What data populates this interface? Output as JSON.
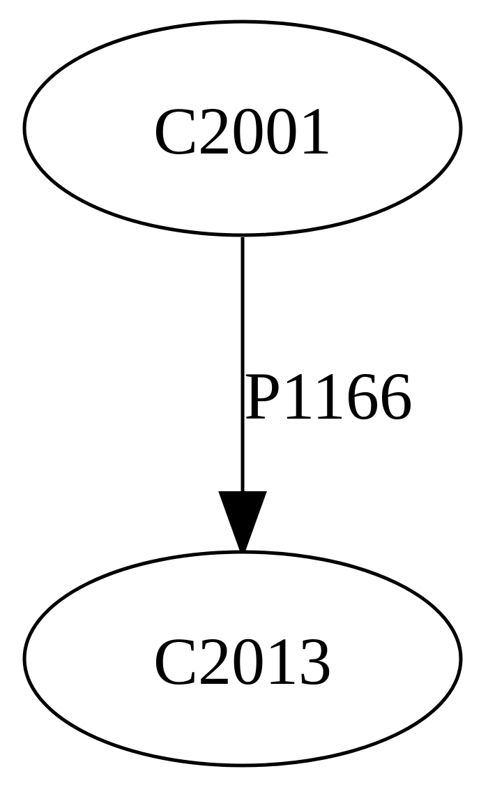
{
  "nodes": {
    "source": {
      "label": "C2001"
    },
    "target": {
      "label": "C2013"
    }
  },
  "edges": [
    {
      "from": "C2001",
      "to": "C2013",
      "label": "P1166"
    }
  ],
  "colors": {
    "stroke": "#000000",
    "background": "#ffffff"
  }
}
